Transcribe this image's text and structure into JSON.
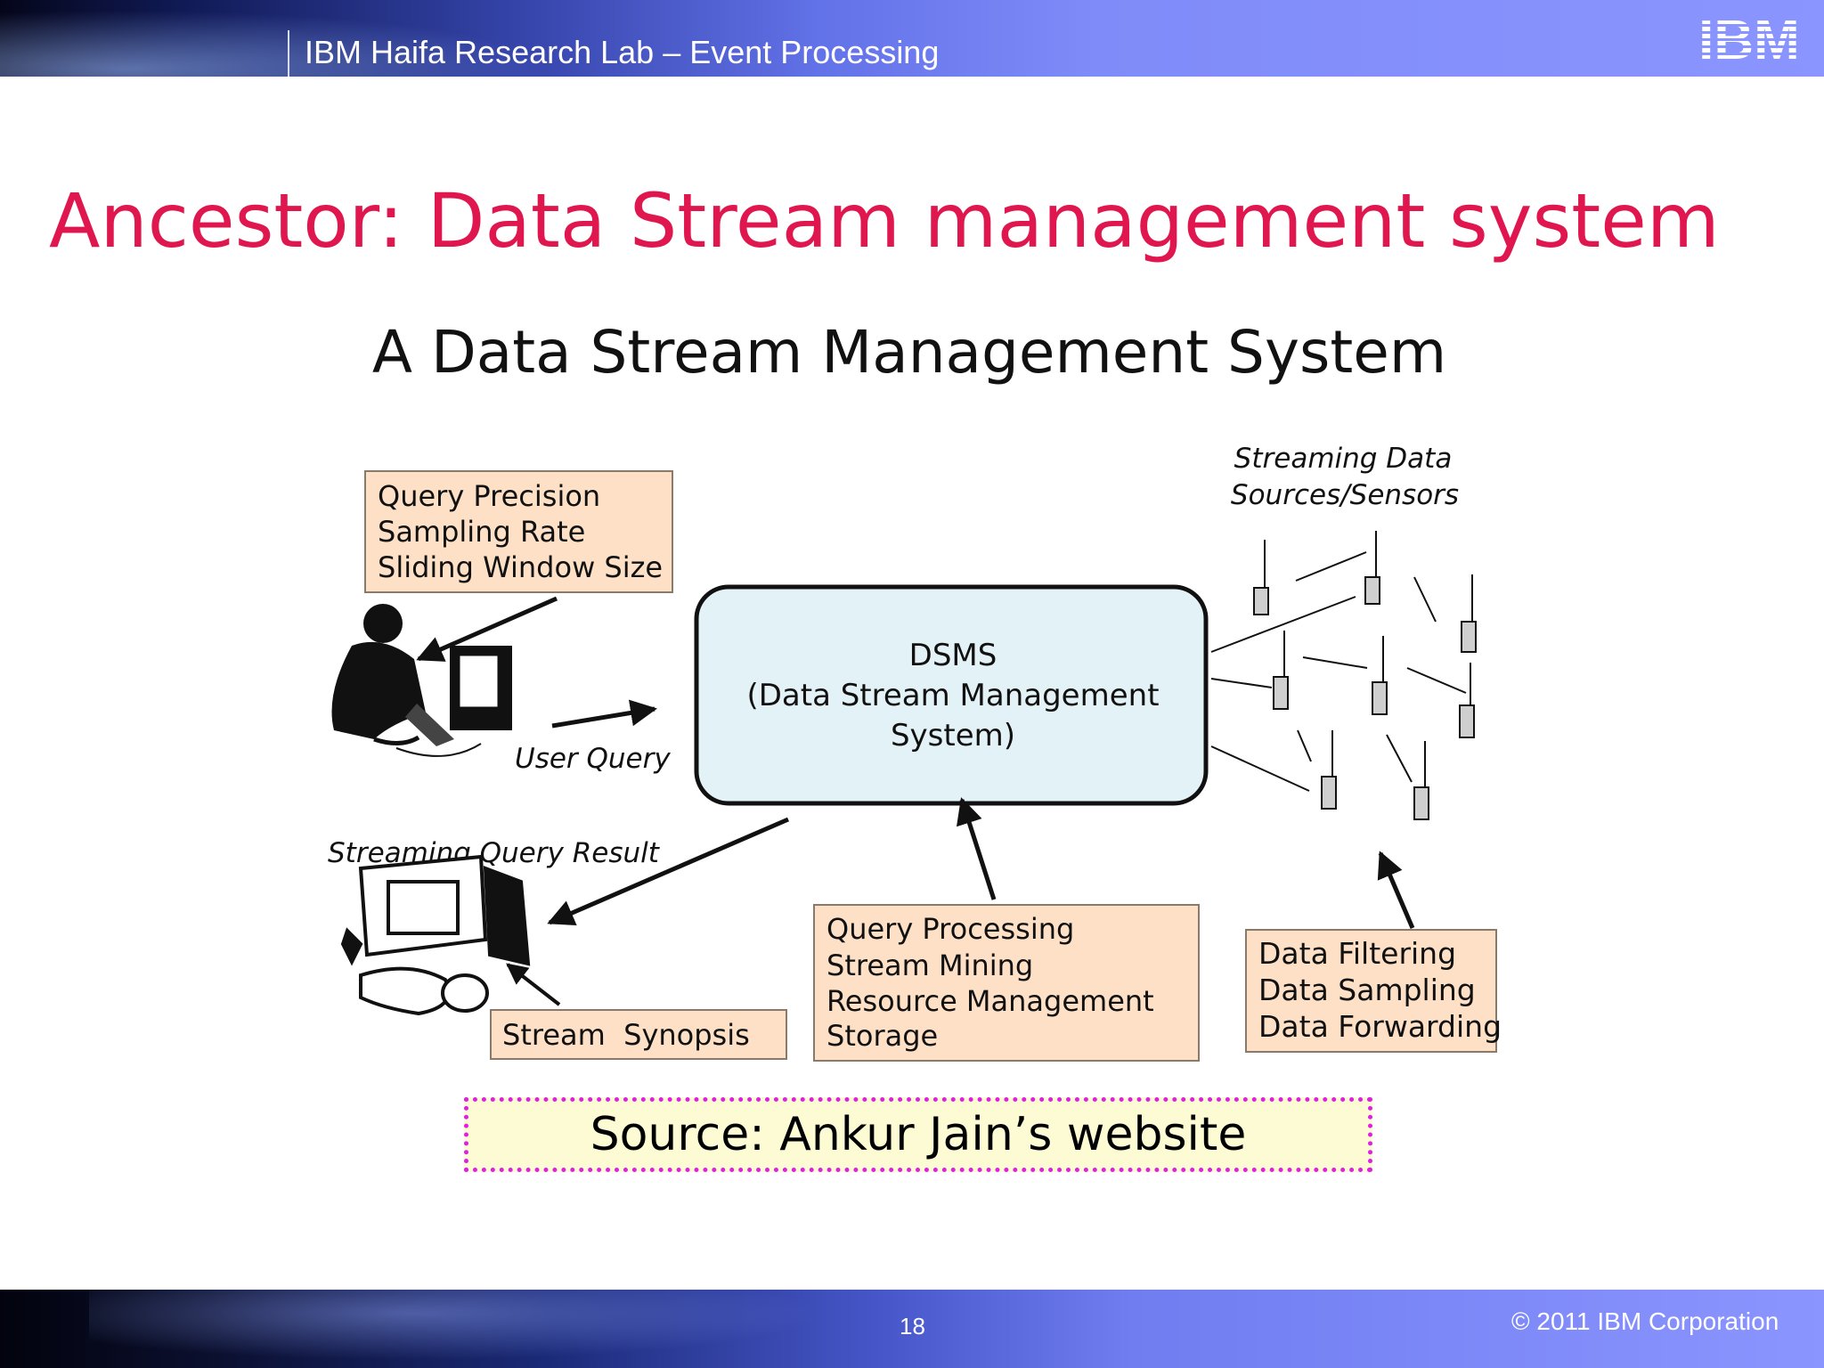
{
  "header": {
    "title": "IBM Haifa Research Lab – Event Processing",
    "logo_text": "IBM"
  },
  "slide_title": "Ancestor: Data Stream management system",
  "diagram": {
    "title": "A Data Stream Management System",
    "sensors_label": [
      "Streaming Data",
      "Sources/Sensors"
    ],
    "query_params": [
      "Query Precision",
      "Sampling Rate",
      "Sliding Window Size"
    ],
    "dsms": [
      "DSMS",
      "(Data Stream Management",
      "System)"
    ],
    "user_query_label": "User Query",
    "result_label": "Streaming Query Result",
    "synopsis_label": "Stream  Synopsis",
    "processing": [
      "Query Processing",
      "Stream Mining",
      "Resource Management",
      "Storage"
    ],
    "filtering": [
      "Data Filtering",
      "Data Sampling",
      "Data Forwarding"
    ]
  },
  "source": "Source: Ankur Jain’s website",
  "footer": {
    "page_number": "18",
    "copyright": "© 2011 IBM Corporation"
  },
  "colors": {
    "title_red": "#e0174f",
    "box_fill": "#fde0c6",
    "dsms_fill": "#e3f2f6",
    "source_border": "#e020e0"
  }
}
